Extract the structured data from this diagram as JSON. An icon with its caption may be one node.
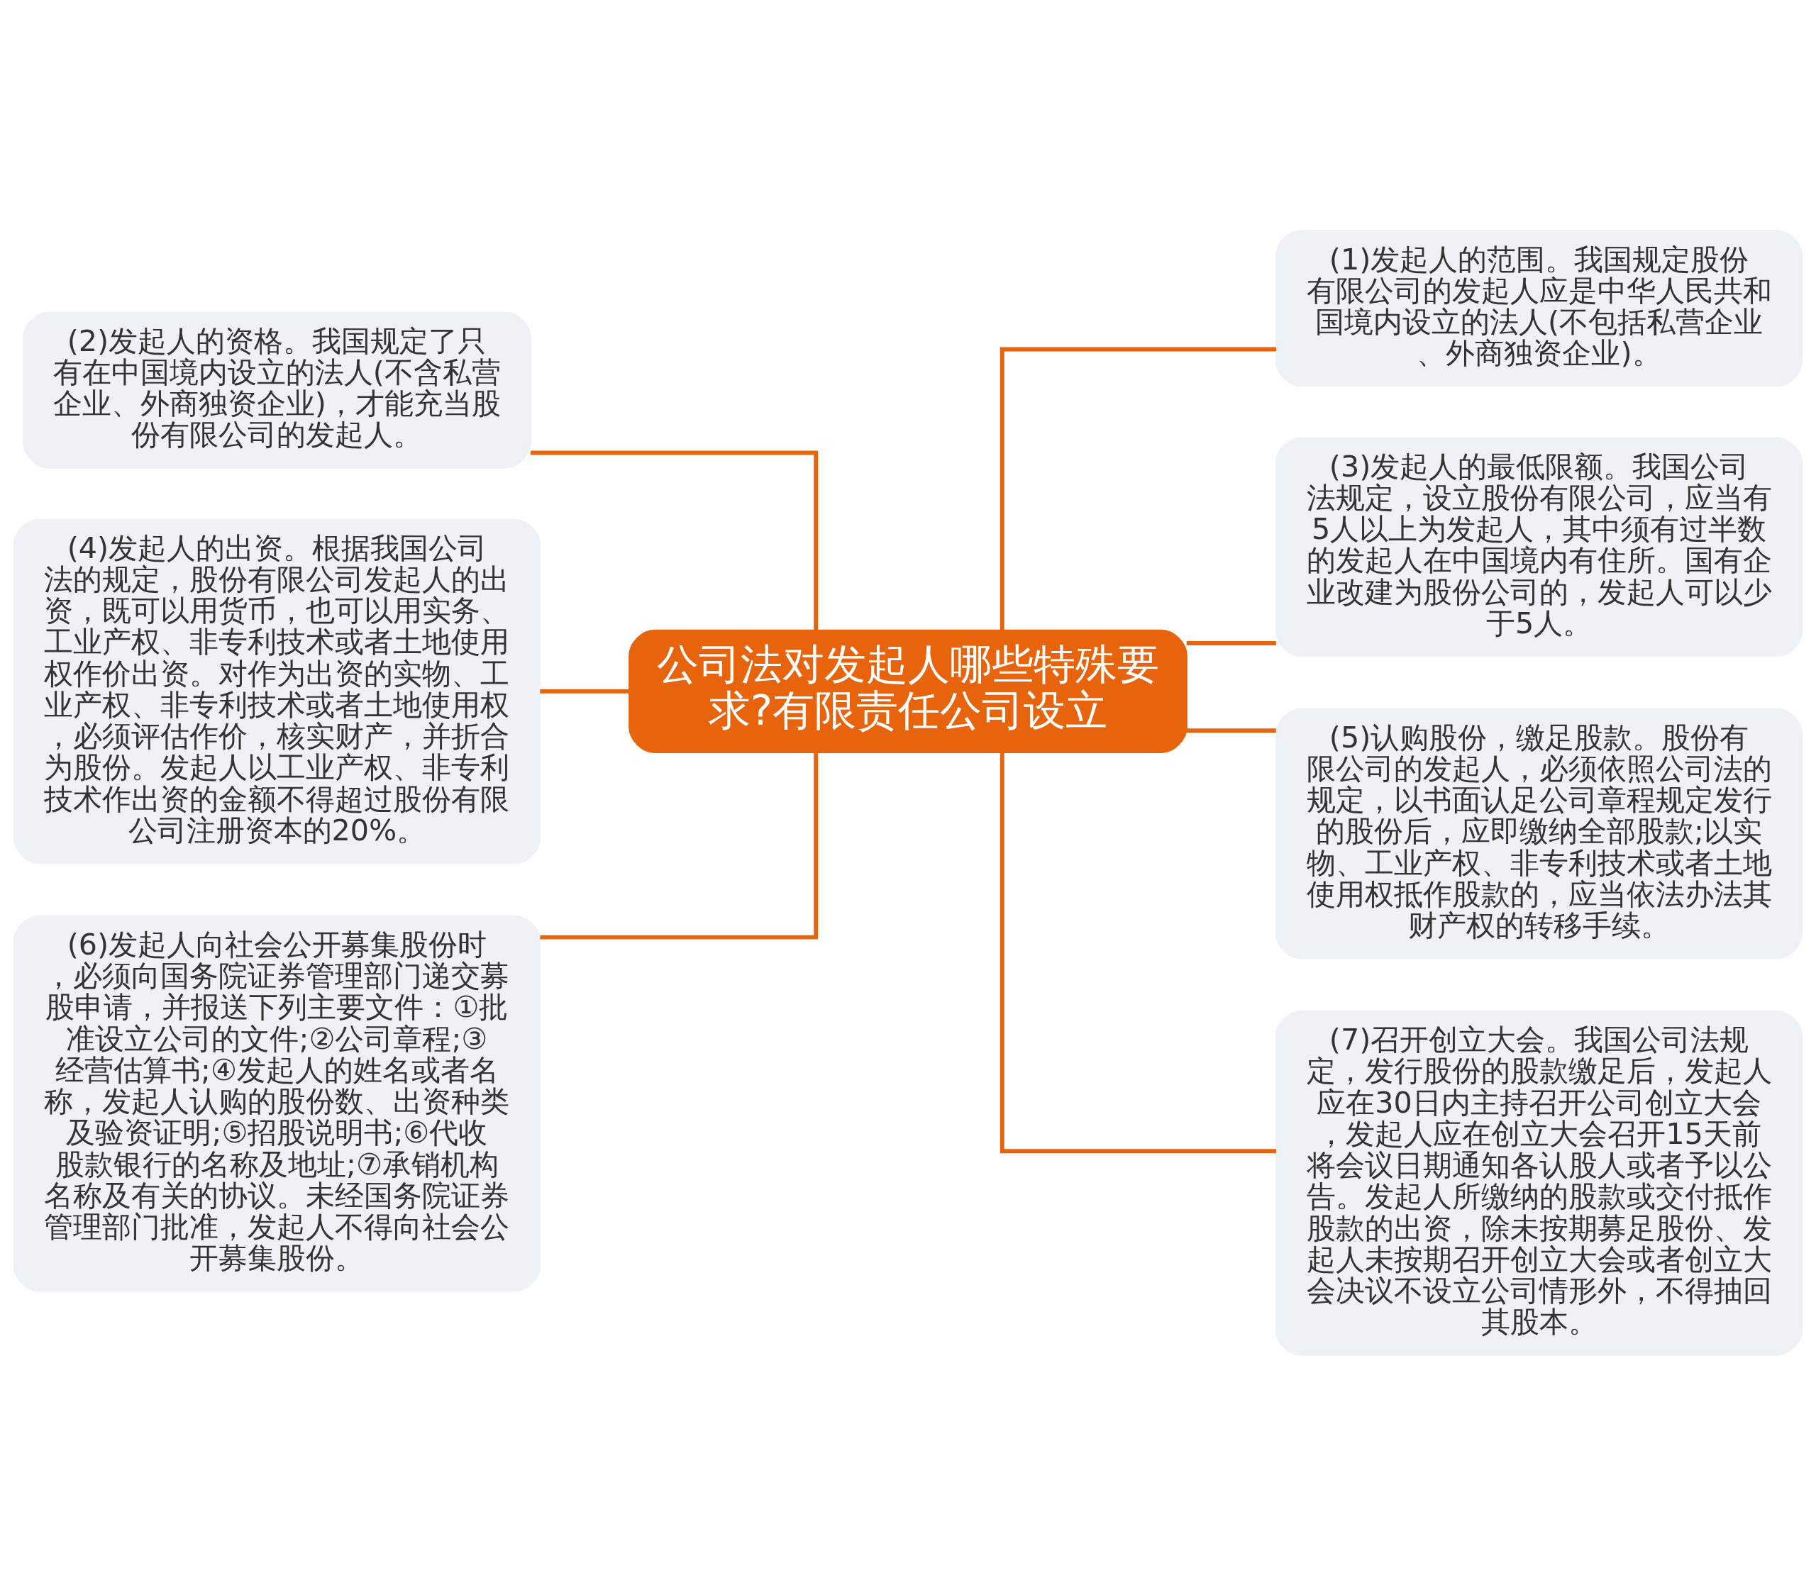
{
  "diagram": {
    "nodes": [
      {
        "text": [
          "公司法对发起人哪些特殊要求?有限责任公司设立"
        ]
      },
      {
        "text": [
          "(1)发起人的范围。我国规定股份有限公司的发起人应是中华人民共和国境内设立的法人(不包括私营企业、外商独资企业)。"
        ]
      },
      {
        "text": [
          "(2)发起人的资格。我国规定了只有在中国境内设立的法人(不含私营企业、外商独资企业)，才能充当股份有限公司的发起人。"
        ]
      },
      {
        "text": [
          "(3)发起人的最低限额。我国公司法规定，设立股份有限公司，应当有5人以上为发起人，其中须有过半数的发起人在中国境内有住所。国有企业改建为股份公司的，发起人可以少于5人。"
        ]
      },
      {
        "text": [
          "(4)发起人的出资。根据我国公司法的规定，股份有限公司发起人的出资，既可以用货币，也可以用实务、工业产权、非专利技术或者土地使用权作价出资。对作为出资的实物、工业产权、非专利技术或者土地使用权，必须评估作价，核实财产，并折合为股份。发起人以工业产权、非专利技术作出资的金额不得超过股份有限公司注册资本的20%。"
        ]
      },
      {
        "text": [
          "(5)认购股份，缴足股款。股份有限公司的发起人，必须依照公司法的规定，以书面认足公司章程规定发行的股份后，应即缴纳全部股款;以实物、工业产权、非专利技术或者土地使用权抵作股款的，应当依法办法其财产权的转移手续。"
        ]
      },
      {
        "text": [
          "(6)发起人向社会公开募集股份时，必须向国务院证券管理部门递交募股申请，并报送下列主要文件：①批准设立公司的文件;②公司章程;③经营估算书;④发起人的姓名或者名称，发起人认购的股份数、出资种类及验资证明;⑤招股说明书;⑥代收股款银行的名称及地址;⑦承销机构名称及有关的协议。未经国务院证券管理部门批准，发起人不得向社会公开募集股份。"
        ]
      },
      {
        "text": [
          "(7)召开创立大会。我国公司法规定，发行股份的股款缴足后，发起人应在30日内主持召开公司创立大会，发起人应在创立大会召开15天前将会议日期通知各认股人或者予以公告。发起人所缴纳的股款或交付抵作股款的出资，除未按期募足股份、发起人未按期召开创立大会或者创立大会决议不设立公司情形外，不得抽回其股本。"
        ]
      }
    ],
    "edges": [
      {
        "from": 0,
        "to": 1,
        "arrow": "none"
      },
      {
        "from": 0,
        "to": 2,
        "arrow": "none"
      },
      {
        "from": 0,
        "to": 3,
        "arrow": "none"
      },
      {
        "from": 0,
        "to": 4,
        "arrow": "none"
      },
      {
        "from": 0,
        "to": 5,
        "arrow": "none"
      },
      {
        "from": 0,
        "to": 6,
        "arrow": "none"
      },
      {
        "from": 0,
        "to": 7,
        "arrow": "none"
      }
    ]
  }
}
